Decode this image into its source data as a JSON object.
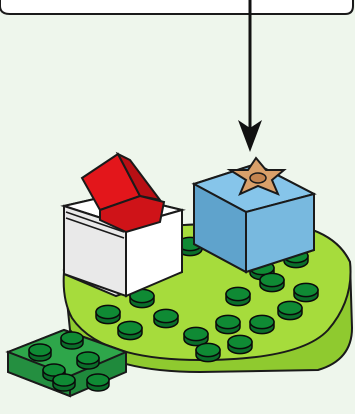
{
  "page": {
    "background": "#eef6ec"
  },
  "illustration": {
    "parts": [
      {
        "name": "callout-box-edge",
        "color": "#ffffff"
      },
      {
        "name": "pointer-arrow",
        "color": "#111111"
      },
      {
        "name": "round-base-plate",
        "color": "#a6dc3c"
      },
      {
        "name": "small-green-plate",
        "color": "#2ea64a"
      },
      {
        "name": "white-brick",
        "color": "#ffffff"
      },
      {
        "name": "red-slope-piece",
        "color": "#e3161b"
      },
      {
        "name": "blue-brick",
        "color": "#75b8e0"
      },
      {
        "name": "star-tile",
        "color": "#d9a06a"
      },
      {
        "name": "dark-green-studs",
        "color": "#0b6e2a"
      }
    ],
    "stud_count_on_base": 16,
    "stud_count_on_small_plate": 6
  }
}
